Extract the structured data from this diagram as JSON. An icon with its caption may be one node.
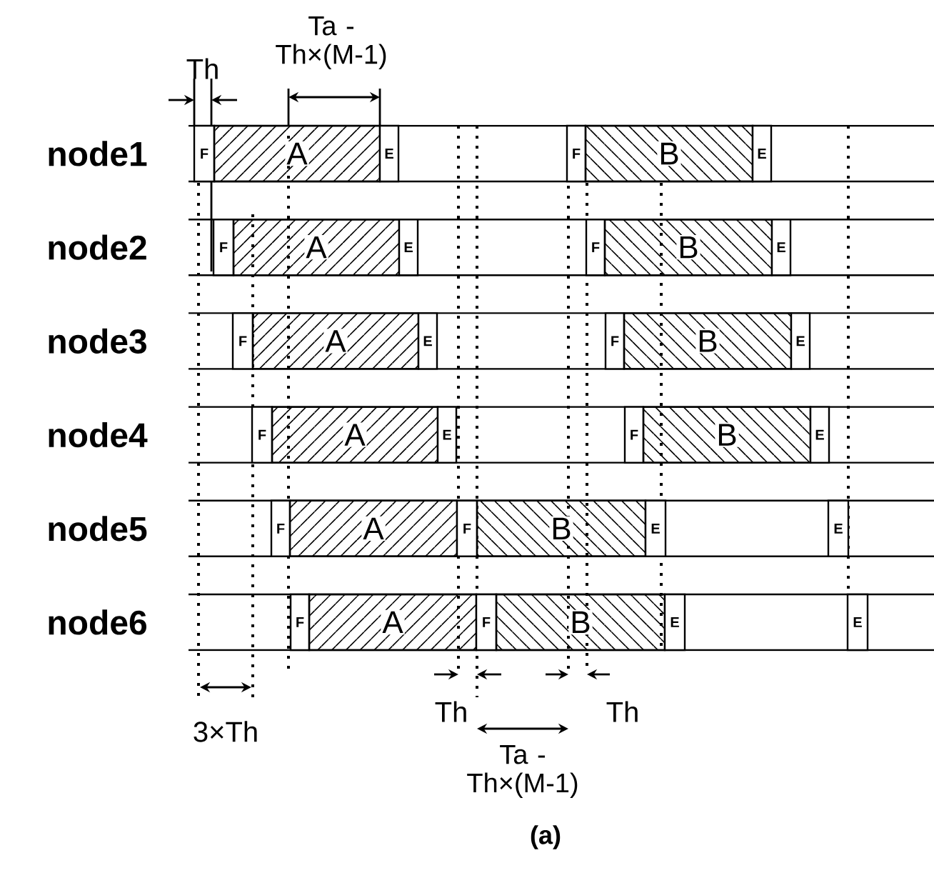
{
  "diagram": {
    "caption": "(a)",
    "nodes": [
      {
        "text": [
          "F"
        ]
      },
      {
        "text": [
          "A"
        ]
      },
      {
        "text": [
          "E"
        ]
      },
      {
        "text": [
          "F"
        ]
      },
      {
        "text": [
          "B"
        ]
      },
      {
        "text": [
          "E"
        ]
      },
      {
        "text": [
          "F"
        ]
      },
      {
        "text": [
          "A"
        ]
      },
      {
        "text": [
          "E"
        ]
      },
      {
        "text": [
          "F"
        ]
      },
      {
        "text": [
          "B"
        ]
      },
      {
        "text": [
          "E"
        ]
      },
      {
        "text": [
          "F"
        ]
      },
      {
        "text": [
          "A"
        ]
      },
      {
        "text": [
          "E"
        ]
      },
      {
        "text": [
          "F"
        ]
      },
      {
        "text": [
          "B"
        ]
      },
      {
        "text": [
          "E"
        ]
      },
      {
        "text": [
          "F"
        ]
      },
      {
        "text": [
          "A"
        ]
      },
      {
        "text": [
          "E"
        ]
      },
      {
        "text": [
          "F"
        ]
      },
      {
        "text": [
          "B"
        ]
      },
      {
        "text": [
          "E"
        ]
      },
      {
        "text": [
          "F"
        ]
      },
      {
        "text": [
          "A"
        ]
      },
      {
        "text": [
          "F"
        ]
      },
      {
        "text": [
          "B"
        ]
      },
      {
        "text": [
          "E"
        ]
      },
      {
        "text": [
          "E"
        ]
      },
      {
        "text": [
          "F"
        ]
      },
      {
        "text": [
          "A"
        ]
      },
      {
        "text": [
          "F"
        ]
      },
      {
        "text": [
          "B"
        ]
      },
      {
        "text": [
          "E"
        ]
      },
      {
        "text": [
          "E"
        ]
      }
    ],
    "labels": [
      "node1",
      "node2",
      "node3",
      "node4",
      "node5",
      "node6",
      "Th",
      "Ta - Th×(M-1)",
      "3×Th",
      "Th",
      "Th",
      "Ta - Th×(M-1)"
    ]
  }
}
